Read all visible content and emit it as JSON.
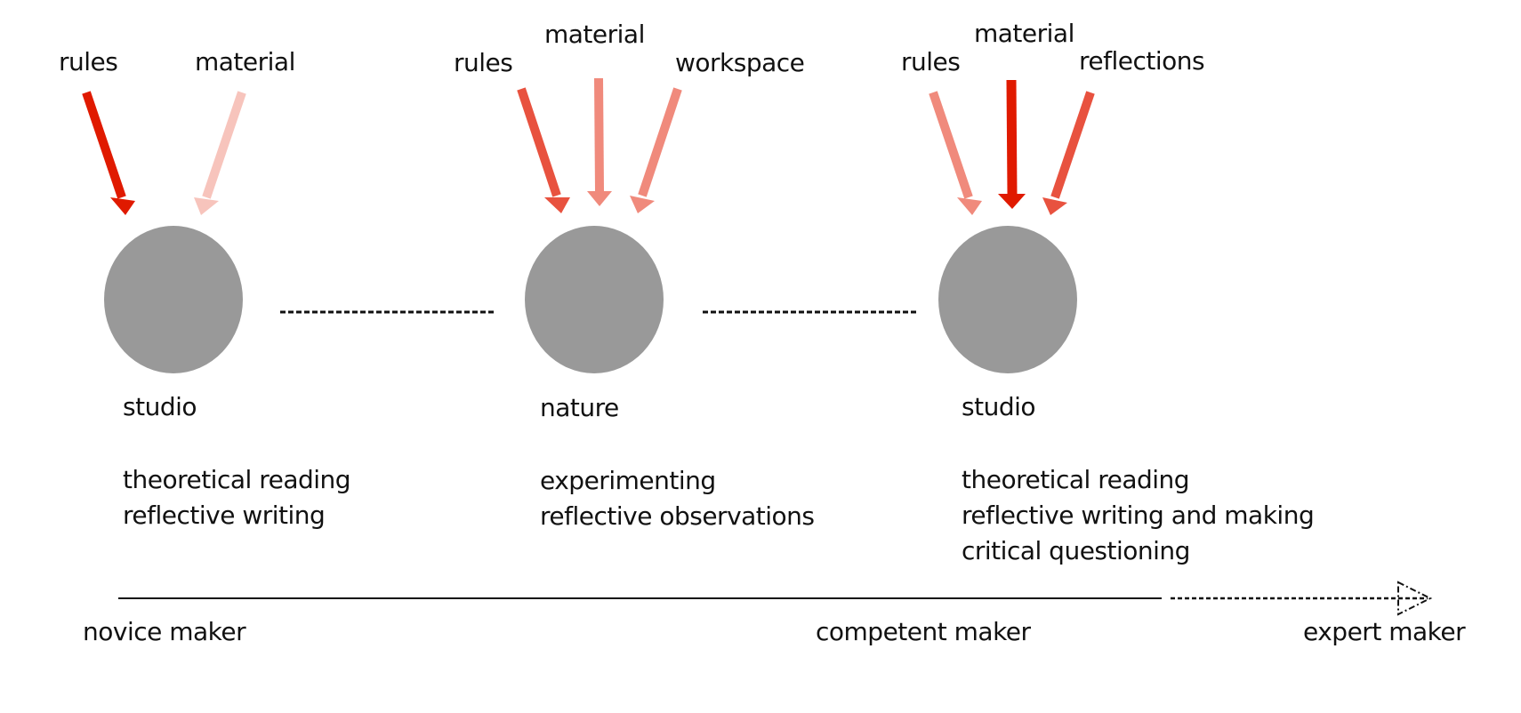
{
  "colors": {
    "dark_red": "#e01a00",
    "medium_red": "#e8523f",
    "light_red": "#f08a7c",
    "pale_red": "#f7c4bc",
    "node_gray": "#999999",
    "line": "#111111"
  },
  "stages": [
    {
      "name": "studio",
      "inputs": [
        {
          "label": "rules",
          "intensity": "dark"
        },
        {
          "label": "material",
          "intensity": "pale"
        }
      ],
      "activities": [
        "theoretical reading",
        "reflective writing"
      ]
    },
    {
      "name": "nature",
      "inputs": [
        {
          "label": "rules",
          "intensity": "medium"
        },
        {
          "label": "material",
          "intensity": "light"
        },
        {
          "label": "workspace",
          "intensity": "light"
        }
      ],
      "activities": [
        "experimenting",
        "reflective observations"
      ]
    },
    {
      "name": "studio",
      "inputs": [
        {
          "label": "rules",
          "intensity": "light"
        },
        {
          "label": "material",
          "intensity": "dark"
        },
        {
          "label": "reflections",
          "intensity": "medium"
        }
      ],
      "activities": [
        "theoretical reading",
        "reflective writing and making",
        "critical questioning"
      ]
    }
  ],
  "timeline": {
    "start_label": "novice maker",
    "middle_label": "competent maker",
    "end_label": "expert maker"
  }
}
